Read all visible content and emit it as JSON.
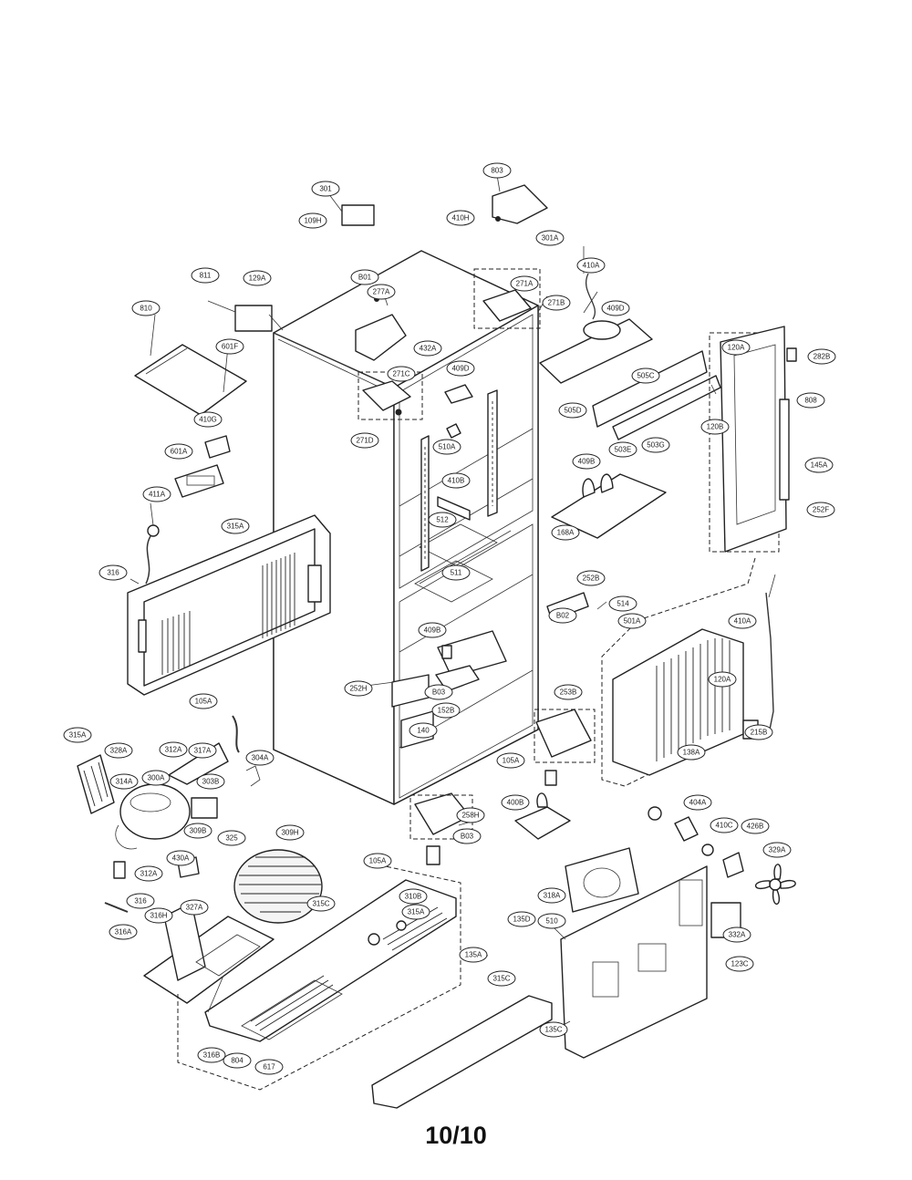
{
  "page": {
    "number": "10/10"
  },
  "callouts": [
    "301",
    "803",
    "410H",
    "301A",
    "109H",
    "B01",
    "277A",
    "271A",
    "271B",
    "410A",
    "409D",
    "811",
    "129A",
    "810",
    "601F",
    "271C",
    "432A",
    "409D",
    "271D",
    "410G",
    "601A",
    "510A",
    "410B",
    "505D",
    "505C",
    "120A",
    "282B",
    "120B",
    "503E",
    "503G",
    "409B",
    "145A",
    "808",
    "252F",
    "411A",
    "315A",
    "512",
    "168A",
    "511",
    "316",
    "252B",
    "B02",
    "514",
    "501A",
    "410A",
    "409B",
    "252H",
    "B03",
    "152B",
    "140",
    "105A",
    "317A",
    "312A",
    "315A",
    "328A",
    "253B",
    "120A",
    "215B",
    "138A",
    "300A",
    "304A",
    "314A",
    "303B",
    "258H",
    "B03",
    "400B",
    "309B",
    "325",
    "309H",
    "430A",
    "404A",
    "410C",
    "426B",
    "329A",
    "312A",
    "105A",
    "105A",
    "318A",
    "327A",
    "316",
    "316H",
    "315C",
    "310B",
    "315A",
    "316A",
    "135A",
    "510",
    "135D",
    "332A",
    "123C",
    "315C",
    "316B",
    "804",
    "617",
    "135C"
  ]
}
